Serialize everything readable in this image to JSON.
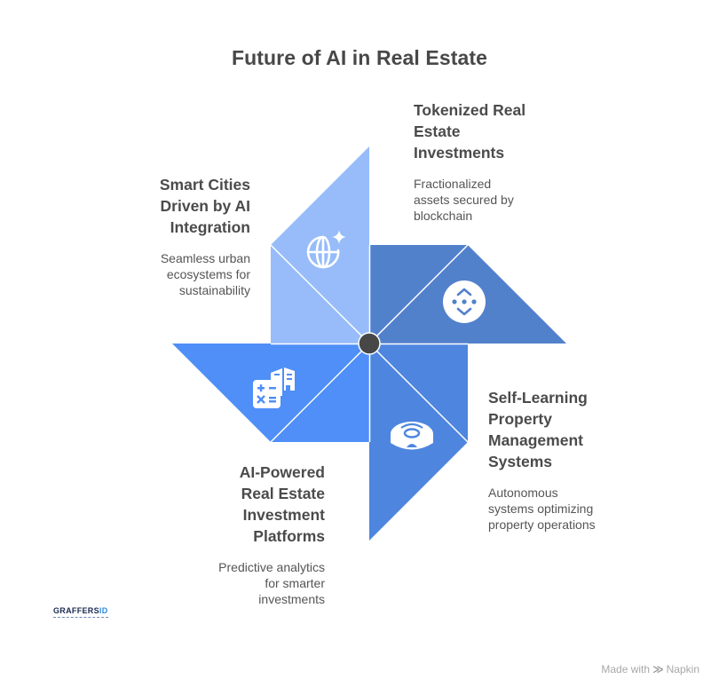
{
  "title": "Future of AI in Real Estate",
  "colors": {
    "blade_top_left": "#97BCF9",
    "blade_top_right": "#5281CC",
    "blade_bottom_left": "#4F8FF7",
    "blade_bottom_right": "#4E86DF",
    "hub": "#474747",
    "heading_text": "#4b4b4b",
    "body_text": "#555555"
  },
  "items": [
    {
      "position": "top-left",
      "icon": "globe-sparkle-icon",
      "heading": [
        "Smart Cities",
        "Driven by AI",
        "Integration"
      ],
      "description": [
        "Seamless urban",
        "ecosystems for",
        "sustainability"
      ]
    },
    {
      "position": "top-right",
      "icon": "blockchain-token-icon",
      "heading": [
        "Tokenized Real",
        "Estate",
        "Investments"
      ],
      "description": [
        "Fractionalized",
        "assets secured by",
        "blockchain"
      ]
    },
    {
      "position": "bottom-right",
      "icon": "robot-vacuum-icon",
      "heading": [
        "Self-Learning",
        "Property",
        "Management",
        "Systems"
      ],
      "description": [
        "Autonomous",
        "systems optimizing",
        "property operations"
      ]
    },
    {
      "position": "bottom-left",
      "icon": "calculator-building-icon",
      "heading": [
        "AI-Powered",
        "Real Estate",
        "Investment",
        "Platforms"
      ],
      "description": [
        "Predictive analytics",
        "for smarter",
        "investments"
      ]
    }
  ],
  "logo": {
    "name_main": "GRAFFERS",
    "name_accent": "ID"
  },
  "footer": {
    "prefix": "Made with",
    "brand": "Napkin"
  }
}
